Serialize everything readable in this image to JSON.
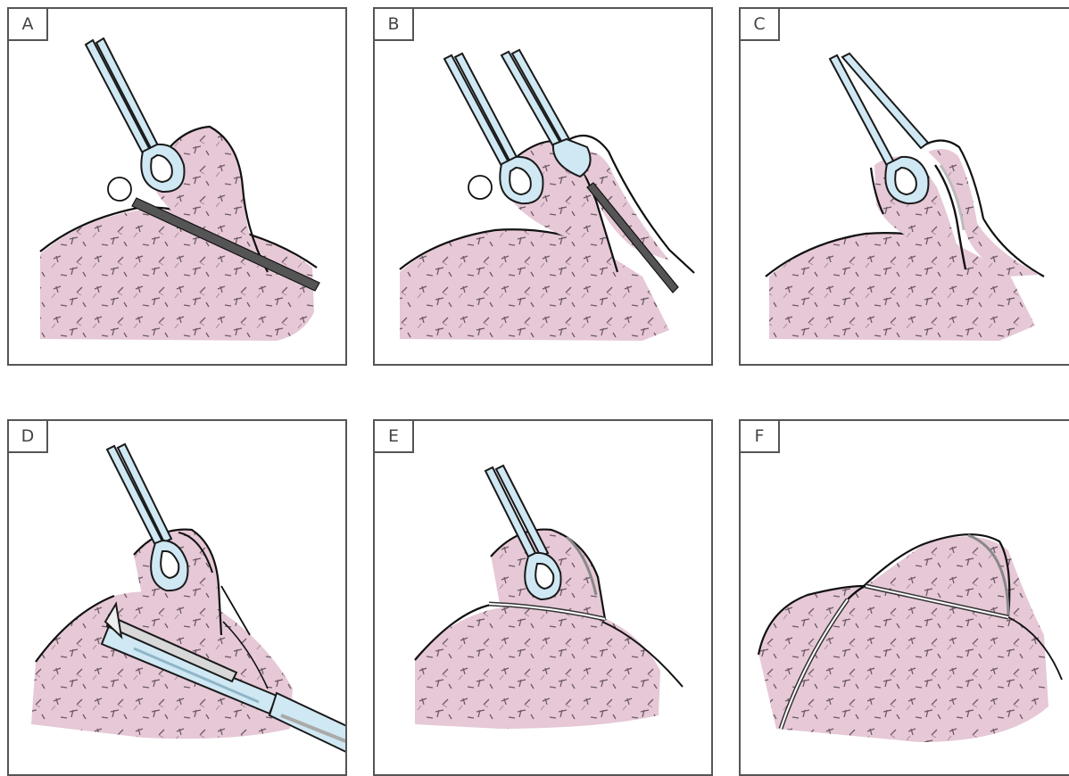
{
  "panels": [
    {
      "label": "A"
    },
    {
      "label": "B"
    },
    {
      "label": "C"
    },
    {
      "label": "D"
    },
    {
      "label": "E"
    },
    {
      "label": "F"
    }
  ],
  "colors": {
    "tissue": "#e6c8d6",
    "fiber": "#6d5a66",
    "outline": "#111111",
    "instrument": "#cfe8f3",
    "instrument_outline": "#1a1a1a",
    "band": "#555555",
    "frame": "#555555"
  }
}
